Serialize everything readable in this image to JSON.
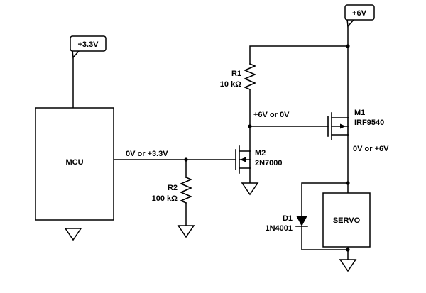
{
  "schematic": {
    "background": "#ffffff",
    "line_color": "#000000",
    "power_flags": {
      "mcu_supply": "+3.3V",
      "main_supply": "+6V"
    },
    "blocks": {
      "mcu": "MCU",
      "servo": "SERVO"
    },
    "components": {
      "r1": {
        "ref": "R1",
        "value": "10 kΩ"
      },
      "r2": {
        "ref": "R2",
        "value": "100 kΩ"
      },
      "m1": {
        "ref": "M1",
        "value": "IRF9540"
      },
      "m2": {
        "ref": "M2",
        "value": "2N7000"
      },
      "d1": {
        "ref": "D1",
        "value": "1N4001"
      }
    },
    "net_labels": {
      "mcu_output": "0V or +3.3V",
      "m2_drain": "+6V or 0V",
      "m1_drain": "0V or +6V"
    }
  }
}
